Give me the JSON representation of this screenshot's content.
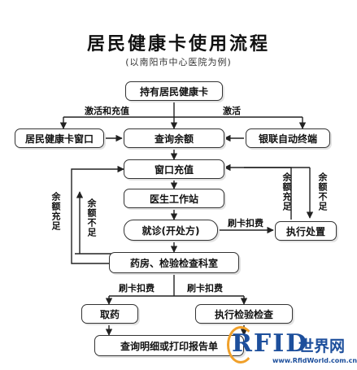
{
  "title": "居民健康卡使用流程",
  "subtitle": "(以南阳市中心医院为例)",
  "nodes": {
    "card": "持有居民健康卡",
    "window": "居民健康卡窗口",
    "query": "查询余额",
    "atm": "银联自动终端",
    "recharge": "窗口充值",
    "doctor": "医生工作站",
    "visit": "就诊(开处方)",
    "exec": "执行处置",
    "pharmacy": "药房、检验检查科室",
    "medicine": "取药",
    "exam": "执行检验检查",
    "print": "查询明细或打印报告单"
  },
  "labels": {
    "activate_recharge": "激活和充值",
    "activate": "激活",
    "enough_left": "余额充足",
    "not_enough_left": "余额不足",
    "enough_right": "余额充足",
    "not_enough_right": "余额不足",
    "swipe_exec": "刷卡扣费",
    "swipe_medicine": "刷卡扣费",
    "swipe_exam": "刷卡扣费"
  },
  "watermark": {
    "logo": "RFID",
    "cn": "世界网",
    "url": "www.RfidWorld.com.cn"
  }
}
